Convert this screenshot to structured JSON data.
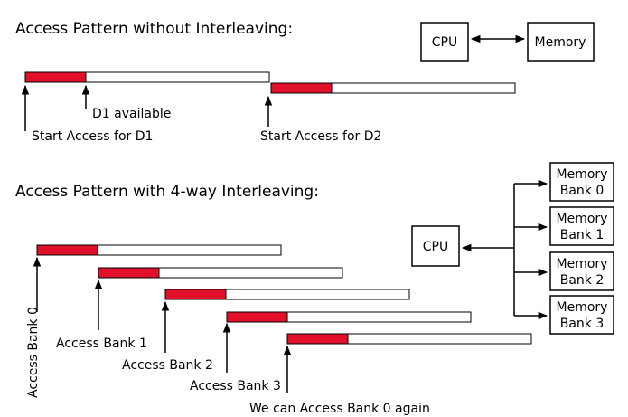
{
  "colors": {
    "busy": "#e0102a",
    "idle": "#ffffff",
    "stroke": "#000000"
  },
  "no_interleave": {
    "title": "Access Pattern without Interleaving:",
    "cpu_label": "CPU",
    "memory_label": "Memory",
    "d1_available": "D1 available",
    "start_d1": "Start Access for D1",
    "start_d2": "Start Access for D2"
  },
  "interleave": {
    "title": "Access Pattern with 4-way Interleaving:",
    "cpu_label": "CPU",
    "banks": [
      {
        "line1": "Memory",
        "line2": "Bank 0"
      },
      {
        "line1": "Memory",
        "line2": "Bank 1"
      },
      {
        "line1": "Memory",
        "line2": "Bank 2"
      },
      {
        "line1": "Memory",
        "line2": "Bank 3"
      }
    ],
    "access_labels": [
      "Access Bank 0",
      "Access Bank 1",
      "Access Bank 2",
      "Access Bank 3"
    ],
    "again_label": "We can Access Bank 0 again"
  }
}
